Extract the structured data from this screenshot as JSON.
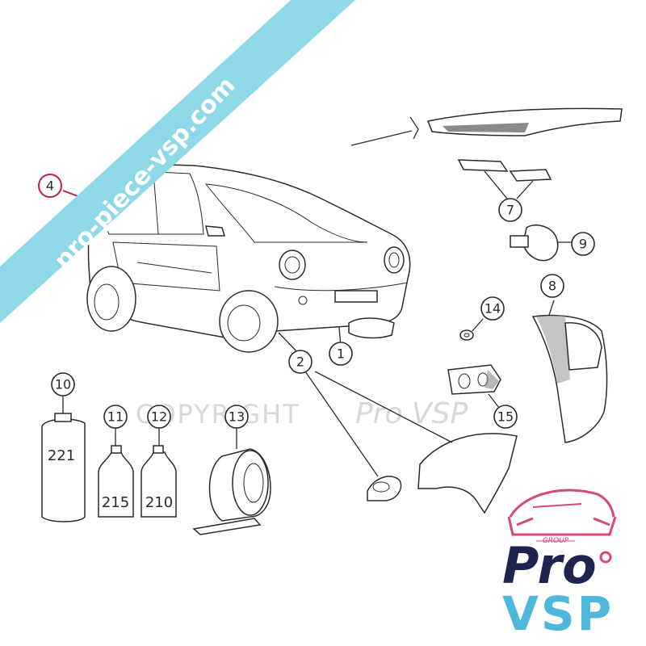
{
  "banner": {
    "text": "pro-piece-vsp.com",
    "color": "#8fd8e8"
  },
  "watermark": {
    "text": "COPYRIGHT",
    "brand": "Pro VSP"
  },
  "logo": {
    "group": "GROUP",
    "pro": "Pro",
    "vsp": "VSP",
    "pink": "#d9467e",
    "navy": "#1f2350",
    "cyan": "#4db8d9"
  },
  "callouts": [
    "1",
    "2",
    "4",
    "7",
    "8",
    "9",
    "10",
    "11",
    "12",
    "13",
    "14",
    "15"
  ],
  "highlight_callout_color": "#c2185b",
  "bottles": {
    "b10": "221",
    "b11": "215",
    "b12": "210"
  }
}
